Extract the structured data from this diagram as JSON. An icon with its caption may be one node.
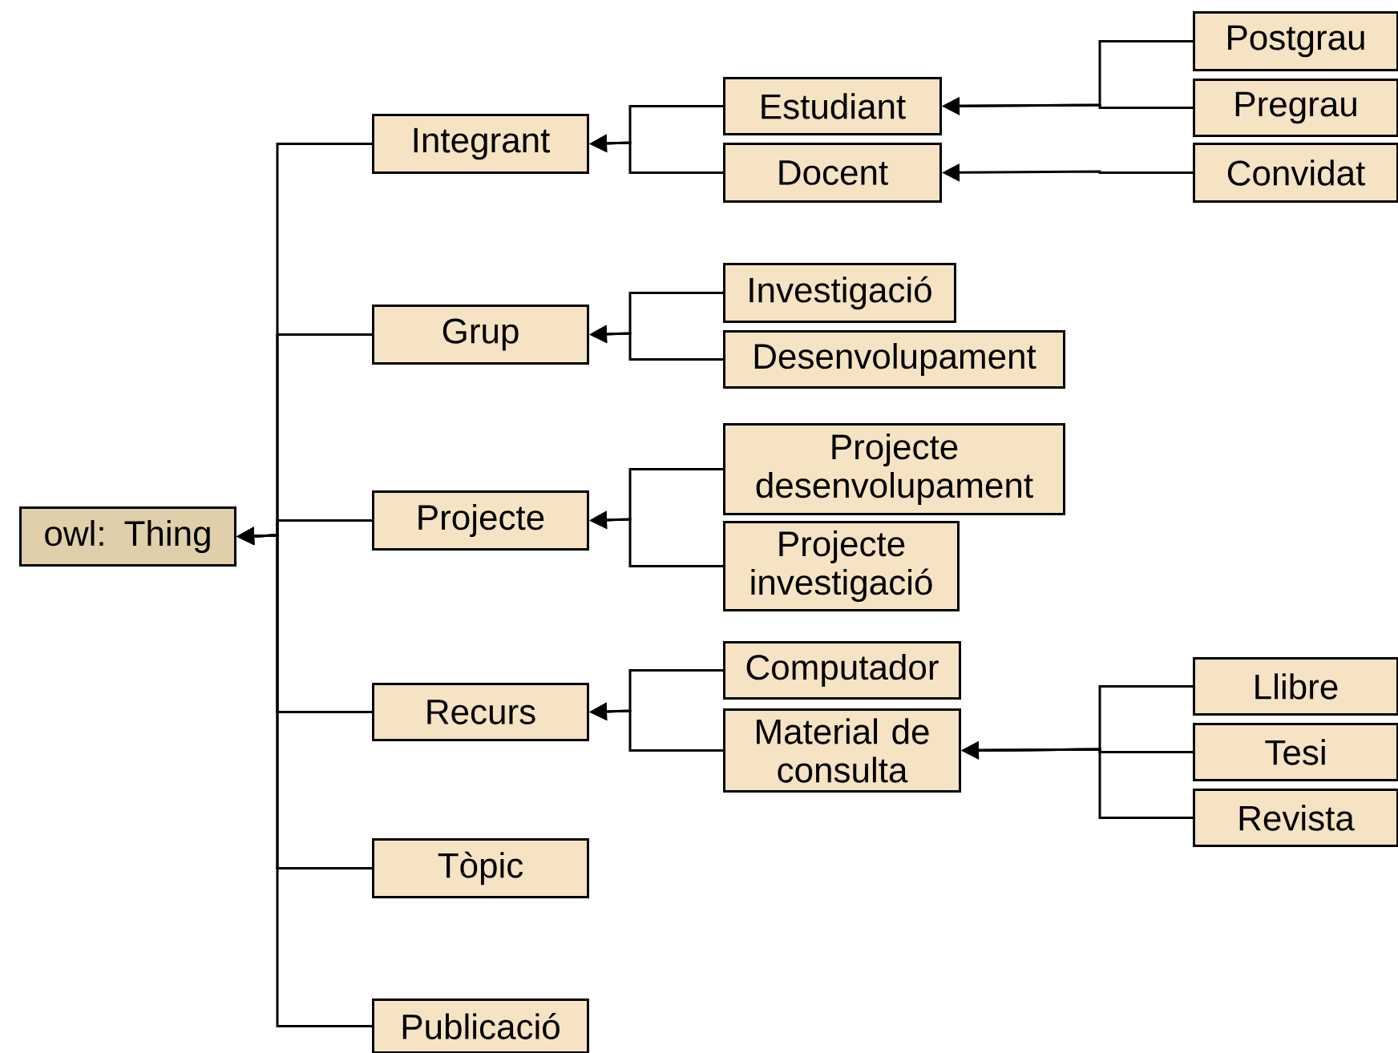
{
  "diagram": {
    "nodes": [
      {
        "text": [
          "owl: Thing"
        ]
      },
      {
        "text": [
          "Integrant"
        ]
      },
      {
        "text": [
          "Estudiant"
        ]
      },
      {
        "text": [
          "Docent"
        ]
      },
      {
        "text": [
          "Postgrau"
        ]
      },
      {
        "text": [
          "Pregrau"
        ]
      },
      {
        "text": [
          "Convidat"
        ]
      },
      {
        "text": [
          "Grup"
        ]
      },
      {
        "text": [
          "Investigació"
        ]
      },
      {
        "text": [
          "Desenvolupament"
        ]
      },
      {
        "text": [
          "Projecte"
        ]
      },
      {
        "text": [
          "Projecte desenvolupament"
        ]
      },
      {
        "text": [
          "Projecte investigació"
        ]
      },
      {
        "text": [
          "Recurs"
        ]
      },
      {
        "text": [
          "Computador"
        ]
      },
      {
        "text": [
          "Material de consulta"
        ]
      },
      {
        "text": [
          "Llibre"
        ]
      },
      {
        "text": [
          "Tesi"
        ]
      },
      {
        "text": [
          "Revista"
        ]
      },
      {
        "text": [
          "Tòpic"
        ]
      },
      {
        "text": [
          "Publicació"
        ]
      }
    ],
    "edges": [
      {
        "from": 1,
        "to": 0,
        "arrow": "to"
      },
      {
        "from": 7,
        "to": 0,
        "arrow": "to"
      },
      {
        "from": 10,
        "to": 0,
        "arrow": "to"
      },
      {
        "from": 13,
        "to": 0,
        "arrow": "to"
      },
      {
        "from": 19,
        "to": 0,
        "arrow": "to"
      },
      {
        "from": 20,
        "to": 0,
        "arrow": "to"
      },
      {
        "from": 2,
        "to": 1,
        "arrow": "to"
      },
      {
        "from": 3,
        "to": 1,
        "arrow": "to"
      },
      {
        "from": 4,
        "to": 2,
        "arrow": "to"
      },
      {
        "from": 5,
        "to": 2,
        "arrow": "to"
      },
      {
        "from": 6,
        "to": 3,
        "arrow": "to"
      },
      {
        "from": 8,
        "to": 7,
        "arrow": "to"
      },
      {
        "from": 9,
        "to": 7,
        "arrow": "to"
      },
      {
        "from": 11,
        "to": 10,
        "arrow": "to"
      },
      {
        "from": 12,
        "to": 10,
        "arrow": "to"
      },
      {
        "from": 14,
        "to": 13,
        "arrow": "to"
      },
      {
        "from": 15,
        "to": 13,
        "arrow": "to"
      },
      {
        "from": 16,
        "to": 15,
        "arrow": "to"
      },
      {
        "from": 17,
        "to": 15,
        "arrow": "to"
      },
      {
        "from": 18,
        "to": 15,
        "arrow": "to"
      }
    ]
  }
}
